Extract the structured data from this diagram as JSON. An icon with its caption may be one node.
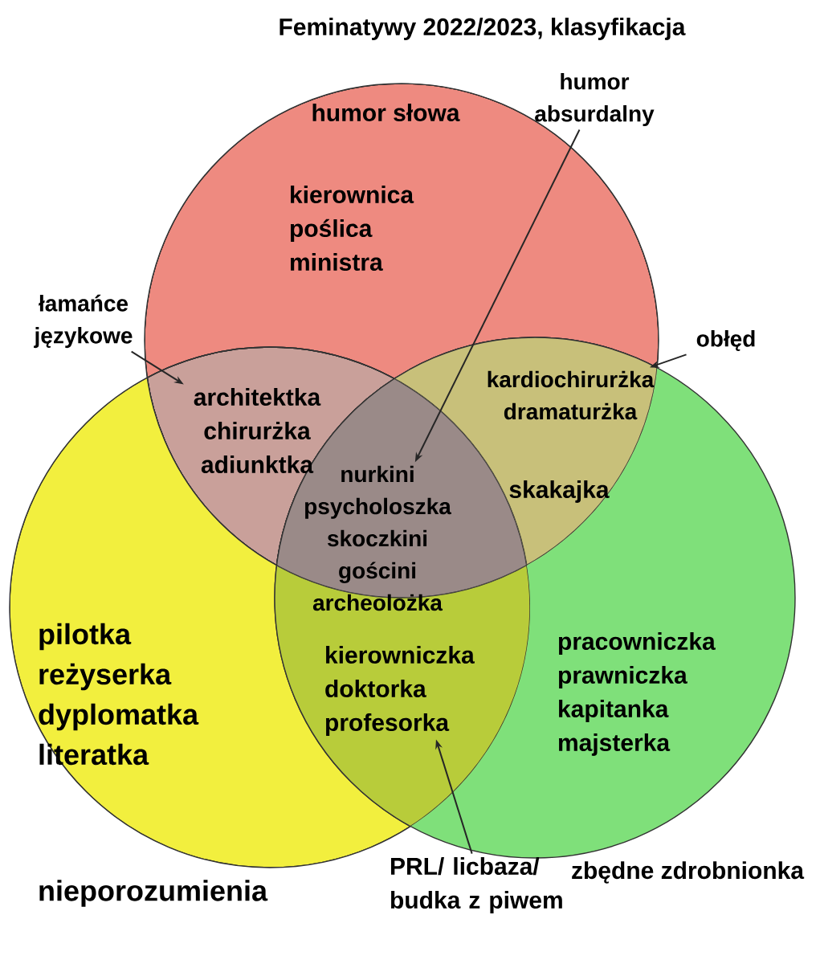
{
  "diagram": {
    "title": "Feminatywy 2022/2023, klasyfikacja",
    "nodes": [
      {
        "text": [
          "kierownica poślica ministra"
        ]
      },
      {
        "text": [
          "architektka chirurżka adiunktka"
        ]
      },
      {
        "text": [
          "kardiochirurżka dramaturżka",
          "skakajka"
        ]
      },
      {
        "text": [
          "nurkini psycholoszka skoczkini gościni archeolożka"
        ]
      },
      {
        "text": [
          "pilotka reżyserka dyplomatka literatka"
        ]
      },
      {
        "text": [
          "kierowniczka doktorka profesorka"
        ]
      },
      {
        "text": [
          "pracowniczka prawniczka kapitanka majsterka"
        ]
      },
      {
        "text": [
          "łamańce językowe"
        ]
      },
      {
        "text": [
          "humor absurdalny"
        ]
      },
      {
        "text": [
          "obłęd"
        ]
      },
      {
        "text": [
          "PRL/ licbaza/ budka z piwem"
        ]
      }
    ],
    "edges": [
      {
        "from": 7,
        "to": 1,
        "arrow": "to"
      },
      {
        "from": 8,
        "to": 3,
        "arrow": "to"
      },
      {
        "from": 9,
        "to": 2,
        "arrow": "to"
      },
      {
        "from": 10,
        "to": 5,
        "arrow": "to"
      }
    ],
    "labels": [
      "humor słowa",
      "zbędne zdrobnionka",
      "nieporozumienia"
    ]
  }
}
